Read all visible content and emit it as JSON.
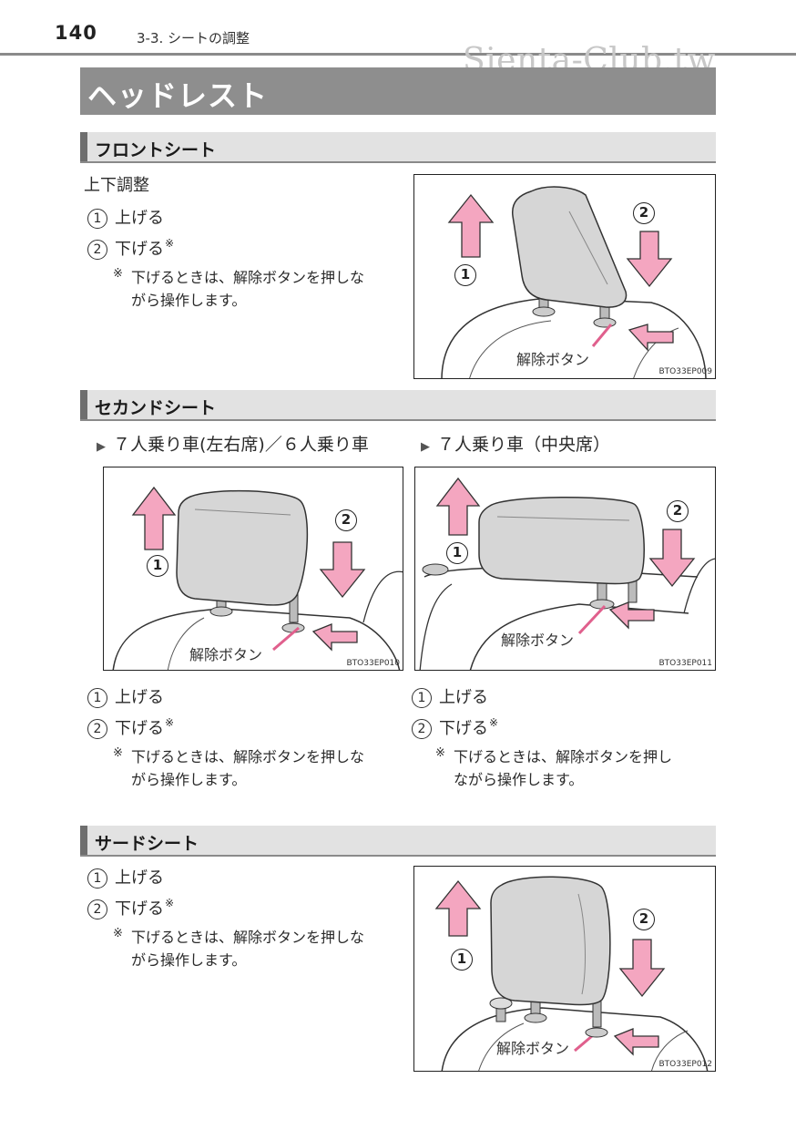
{
  "header": {
    "page_number": "140",
    "section_ref": "3-3. シートの調整",
    "watermark": "Sienta-Club.tw"
  },
  "title": "ヘッドレスト",
  "sections": {
    "front": {
      "heading": "フロントシート",
      "subtitle": "上下調整"
    },
    "second": {
      "heading": "セカンドシート",
      "variant_left": "７人乗り車(左右席)／６人乗り車",
      "variant_right": "７人乗り車（中央席）"
    },
    "third": {
      "heading": "サードシート"
    }
  },
  "common": {
    "num1": "1",
    "num2": "2",
    "step_up": "上げる",
    "step_down": "下げる",
    "asterisk": "※",
    "note_line1": "下げるときは、解除ボタンを押しな",
    "note_line2": "がら操作します。",
    "note_alt_line1": "下げるときは、解除ボタンを押し",
    "note_alt_line2": "ながら操作します。",
    "release_button": "解除ボタン"
  },
  "figures": {
    "fig1_code": "BTO33EP009",
    "fig2_code": "BTO33EP010",
    "fig3_code": "BTO33EP011",
    "fig4_code": "BTO33EP012"
  },
  "colors": {
    "arrow_pink": "#f4a6c0",
    "headrest_gray": "#d6d6d6",
    "bar_gray": "#8e8e8e"
  }
}
